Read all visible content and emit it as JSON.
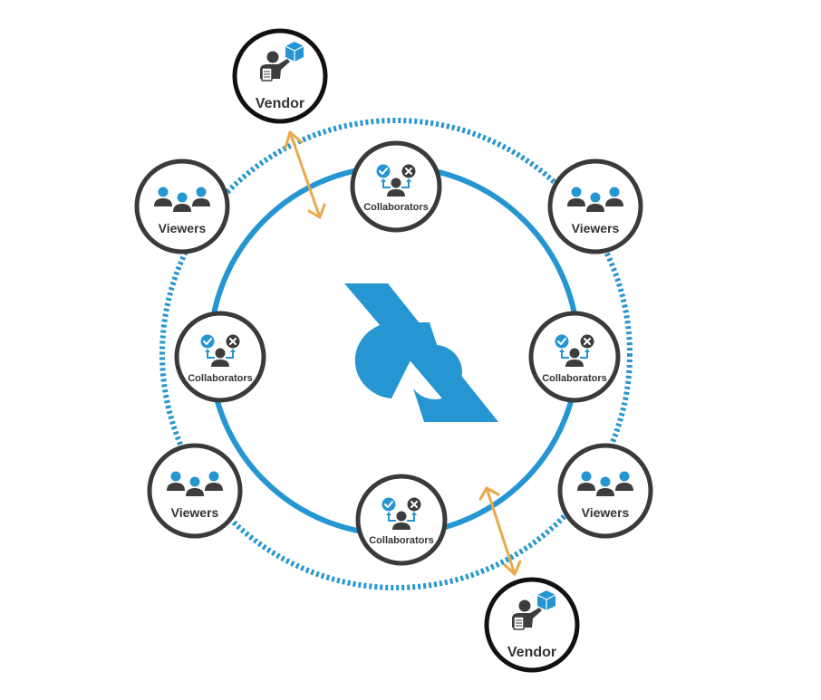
{
  "colors": {
    "brand_blue": "#2596d1",
    "ring_blue": "#2596d1",
    "node_border": "#3a3a3a",
    "vendor_border": "#111111",
    "arrow": "#e9a94c",
    "icon_dark": "#3d3d3d",
    "label_text": "#333333"
  },
  "center_logo": {
    "icon": "a-brand-logo-icon"
  },
  "vendors": [
    {
      "label": "Vendor",
      "icon": "vendor-package-icon"
    },
    {
      "label": "Vendor",
      "icon": "vendor-package-icon"
    }
  ],
  "collaborators": [
    {
      "label": "Collaborators",
      "icon": "collaborators-approve-reject-icon"
    },
    {
      "label": "Collaborators",
      "icon": "collaborators-approve-reject-icon"
    },
    {
      "label": "Collaborators",
      "icon": "collaborators-approve-reject-icon"
    },
    {
      "label": "Collaborators",
      "icon": "collaborators-approve-reject-icon"
    }
  ],
  "viewers": [
    {
      "label": "Viewers",
      "icon": "viewers-group-icon"
    },
    {
      "label": "Viewers",
      "icon": "viewers-group-icon"
    },
    {
      "label": "Viewers",
      "icon": "viewers-group-icon"
    },
    {
      "label": "Viewers",
      "icon": "viewers-group-icon"
    }
  ]
}
